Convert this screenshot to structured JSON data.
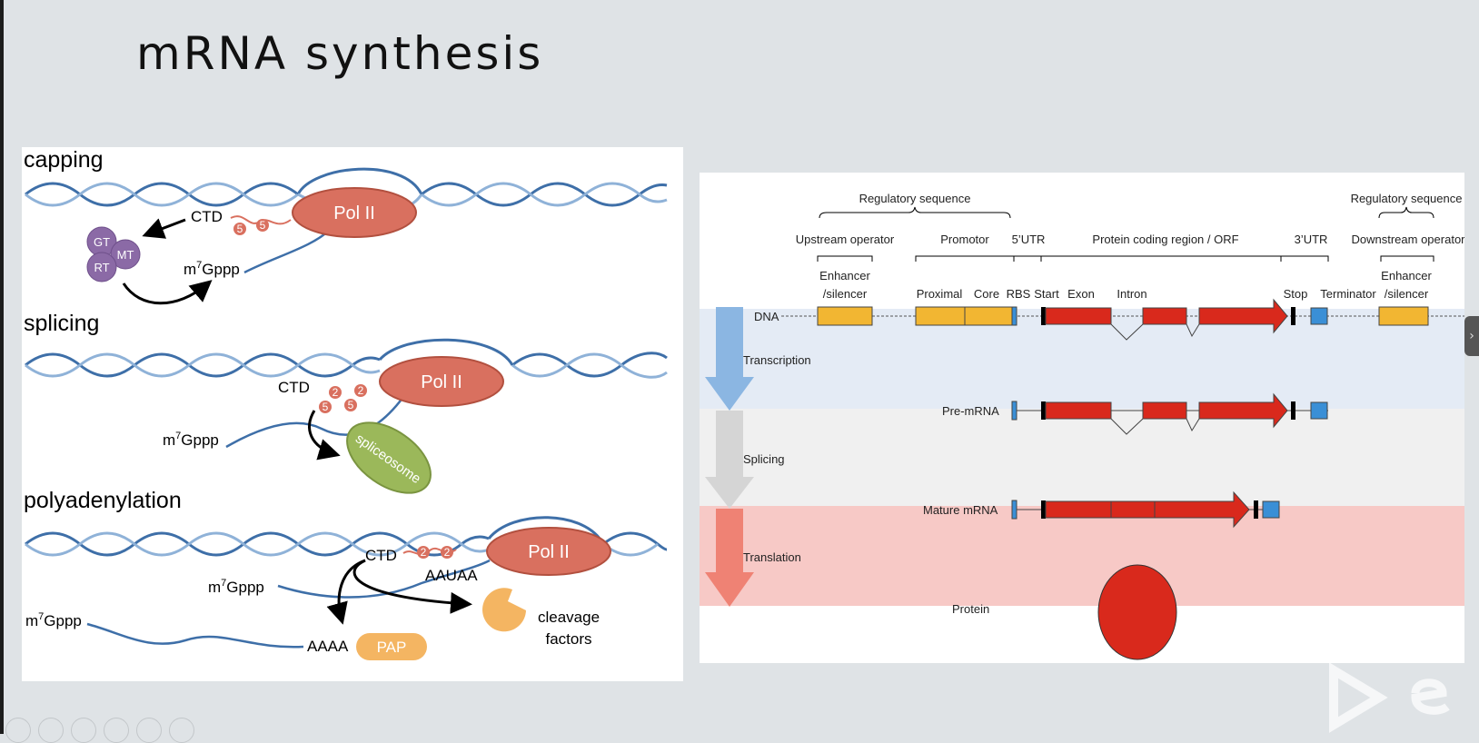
{
  "slide": {
    "title": "mRNA synthesis"
  },
  "left_diagram": {
    "capping": {
      "heading": "capping",
      "pol": "Pol II",
      "ctd": "CTD",
      "ser5_a": "5",
      "ser5_b": "5",
      "enzyme_gt": "GT",
      "enzyme_mt": "MT",
      "enzyme_rt": "RT",
      "cap_m": "m",
      "cap_sup": "7",
      "cap_rest": "Gppp"
    },
    "splicing": {
      "heading": "splicing",
      "pol": "Pol II",
      "ctd": "CTD",
      "p5a": "5",
      "p2a": "2",
      "p5b": "5",
      "p2b": "2",
      "cap_m": "m",
      "cap_sup": "7",
      "cap_rest": "Gppp",
      "spliceosome": "spliceosome"
    },
    "polyadenylation": {
      "heading": "polyadenylation",
      "pol": "Pol II",
      "ctd": "CTD",
      "p2a": "2",
      "p2b": "2",
      "signal": "AAUAA",
      "cap1_m": "m",
      "cap1_sup": "7",
      "cap1_rest": "Gppp",
      "cap2_m": "m",
      "cap2_sup": "7",
      "cap2_rest": "Gppp",
      "tail": "AAAA",
      "pap": "PAP",
      "cleavage_line1": "cleavage",
      "cleavage_line2": "factors"
    }
  },
  "right_diagram": {
    "labels": {
      "regulatory_left": "Regulatory sequence",
      "regulatory_right": "Regulatory sequence",
      "upstream_operator": "Upstream operator",
      "promotor": "Promotor",
      "utr5": "5’UTR",
      "protein_coding": "Protein coding region / ORF",
      "utr3": "3’UTR",
      "downstream_operator": "Downstream operator",
      "enhancer_left_1": "Enhancer",
      "enhancer_left_2": "/silencer",
      "proximal": "Proximal",
      "core": "Core",
      "rbs": "RBS",
      "start": "Start",
      "exon": "Exon",
      "intron": "Intron",
      "stop": "Stop",
      "terminator": "Terminator",
      "enhancer_right_1": "Enhancer",
      "enhancer_right_2": "/silencer"
    },
    "rows": {
      "dna": "DNA",
      "pre_mrna": "Pre-mRNA",
      "mature_mrna": "Mature mRNA",
      "protein": "Protein"
    },
    "steps": {
      "transcription": "Transcription",
      "splicing": "Splicing",
      "translation": "Translation"
    },
    "colors": {
      "regulatory": "#f2b632",
      "coding": "#d9291c",
      "utr": "#3a8fd6",
      "transcription_band": "#e4ebf5",
      "splicing_band": "#f0f0f0",
      "translation_band": "#f7c9c6"
    }
  },
  "ui": {
    "side_arrow_icon": "chevron-right-icon",
    "side_arrow_glyph": "›"
  }
}
